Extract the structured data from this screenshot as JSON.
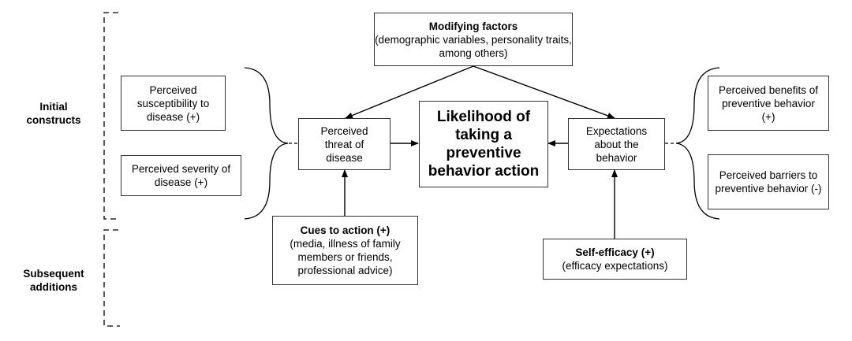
{
  "side_labels": {
    "initial": "Initial constructs",
    "subsequent": "Subsequent additions"
  },
  "modifying": {
    "title": "Modifying factors",
    "detail": "(demographic variables, personality traits, among others)"
  },
  "left": {
    "susceptibility": "Perceived susceptibility to disease (+)",
    "severity": "Perceived severity of disease (+)"
  },
  "threat": "Perceived threat of disease",
  "likelihood": "Likelihood of taking a preventive behavior action",
  "expectations": "Expectations about the behavior",
  "right": {
    "benefits": "Perceived benefits of preventive behavior (+)",
    "barriers": "Perceived barriers to preventive behavior (-)"
  },
  "cues": {
    "title": "Cues to action (+)",
    "detail": "(media, illness of family members or friends, professional advice)"
  },
  "self_efficacy": {
    "title": "Self-efficacy (+)",
    "detail": "(efficacy expectations)"
  }
}
